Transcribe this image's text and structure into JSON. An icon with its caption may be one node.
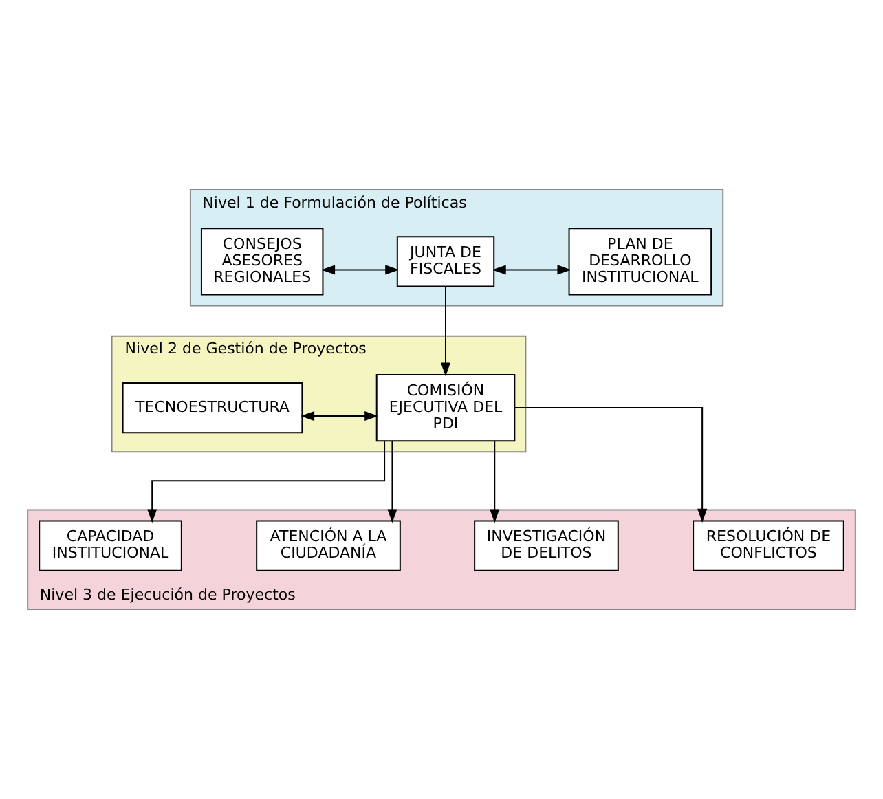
{
  "diagram": {
    "nodes": [
      {
        "text": [
          "Nivel 1 de Formulación de Políticas"
        ]
      },
      {
        "text": [
          "CONSEJOS ASESORES REGIONALES"
        ],
        "in": 0
      },
      {
        "text": [
          "JUNTA DE FISCALES"
        ],
        "in": 0
      },
      {
        "text": [
          "PLAN DE DESARROLLO INSTITUCIONAL"
        ],
        "in": 0
      },
      {
        "text": [
          "Nivel 2 de Gestión de Proyectos"
        ]
      },
      {
        "text": [
          "TECNOESTRUCTURA"
        ],
        "in": 4
      },
      {
        "text": [
          "COMISIÓN EJECUTIVA DEL PDI"
        ],
        "in": 4
      },
      {
        "text": [
          "Nivel 3 de Ejecución de Proyectos"
        ]
      },
      {
        "text": [
          "CAPACIDAD INSTITUCIONAL"
        ],
        "in": 7
      },
      {
        "text": [
          "ATENCIÓN A LA CIUDADANÍA"
        ],
        "in": 7
      },
      {
        "text": [
          "INVESTIGACIÓN DE DELITOS"
        ],
        "in": 7
      },
      {
        "text": [
          "RESOLUCIÓN DE CONFLICTOS"
        ],
        "in": 7
      }
    ],
    "edges": [
      {
        "from": 1,
        "to": 2,
        "arrow": "both"
      },
      {
        "from": 2,
        "to": 3,
        "arrow": "both"
      },
      {
        "from": 2,
        "to": 6,
        "arrow": "to"
      },
      {
        "from": 5,
        "to": 6,
        "arrow": "both"
      },
      {
        "from": 6,
        "to": 8,
        "arrow": "to"
      },
      {
        "from": 6,
        "to": 9,
        "arrow": "to"
      },
      {
        "from": 6,
        "to": 10,
        "arrow": "to"
      },
      {
        "from": 6,
        "to": 11,
        "arrow": "to"
      }
    ]
  }
}
